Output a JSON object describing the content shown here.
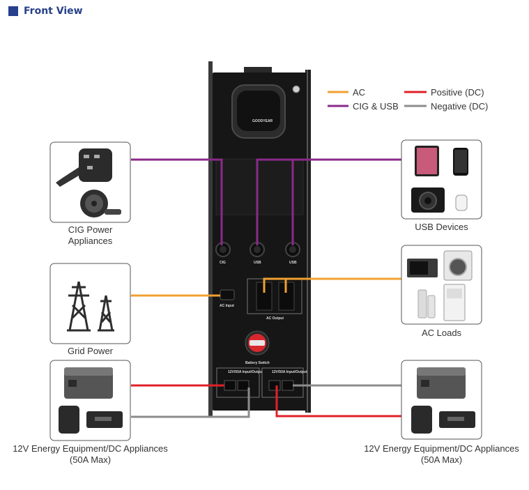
{
  "header": {
    "title": "Front View",
    "accent": "#27408b"
  },
  "legend": [
    {
      "label": "AC",
      "color": "#f0a030"
    },
    {
      "label": "Positive (DC)",
      "color": "#e02028"
    },
    {
      "label": "CIG & USB",
      "color": "#8a2a8a"
    },
    {
      "label": "Negative (DC)",
      "color": "#8c8c8c"
    }
  ],
  "panel": {
    "brand": "GOODYEAR",
    "cig_ports": [
      "CIG",
      "USB",
      "USB"
    ],
    "ac_input": "AC Input",
    "ac_output": "AC Output",
    "battery_switch": "Battery Switch",
    "dc_left": "12V/50A Input/Output",
    "dc_right": "12V/50A Input/Output"
  },
  "devices": {
    "cig": {
      "label_1": "CIG Power",
      "label_2": "Appliances",
      "icon": "car-charger-and-fan-icon"
    },
    "grid": {
      "label": "Grid Power",
      "icon": "power-tower-icon"
    },
    "dc_left": {
      "label_1": "12V Energy Equipment/DC Appliances",
      "label_2": "(50A Max)",
      "icon": "fridge-and-battery-icon"
    },
    "usb": {
      "label": "USB Devices",
      "icon": "tablet-phone-camera-icon"
    },
    "ac_loads": {
      "label": "AC Loads",
      "icon": "microwave-dryer-ac-icon"
    },
    "dc_right": {
      "label_1": "12V Energy Equipment/DC Appliances",
      "label_2": "(50A Max)",
      "icon": "fridge-and-battery-icon"
    }
  }
}
